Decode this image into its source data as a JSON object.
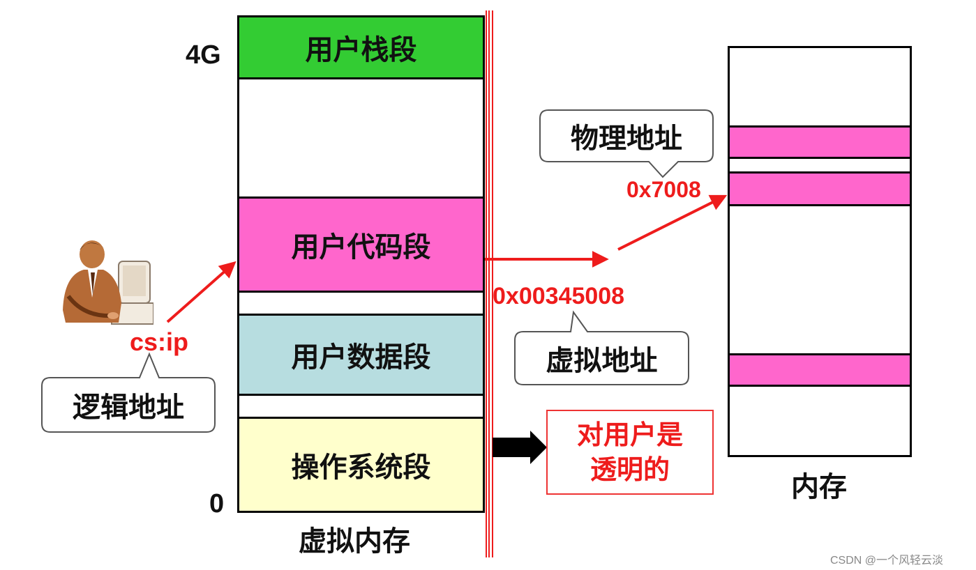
{
  "virtual_memory": {
    "caption": "虚拟内存",
    "top_label": "4G",
    "bottom_label": "0",
    "segments": {
      "user_stack": "用户栈段",
      "user_code": "用户代码段",
      "user_data": "用户数据段",
      "os": "操作系统段"
    }
  },
  "logical": {
    "address": "cs:ip",
    "callout": "逻辑地址"
  },
  "virtual_addr": {
    "value": "0x00345008",
    "callout": "虚拟地址"
  },
  "physical_addr": {
    "value": "0x7008",
    "callout": "物理地址"
  },
  "memory": {
    "caption": "内存"
  },
  "note": {
    "line1": "对用户是",
    "line2": "透明的"
  },
  "watermark": "CSDN @一个风轻云淡",
  "colors": {
    "stack": "#33cc33",
    "code": "#ff66cc",
    "data": "#b7dde0",
    "os": "#ffffcc",
    "accent_red": "#ee1c1c"
  }
}
